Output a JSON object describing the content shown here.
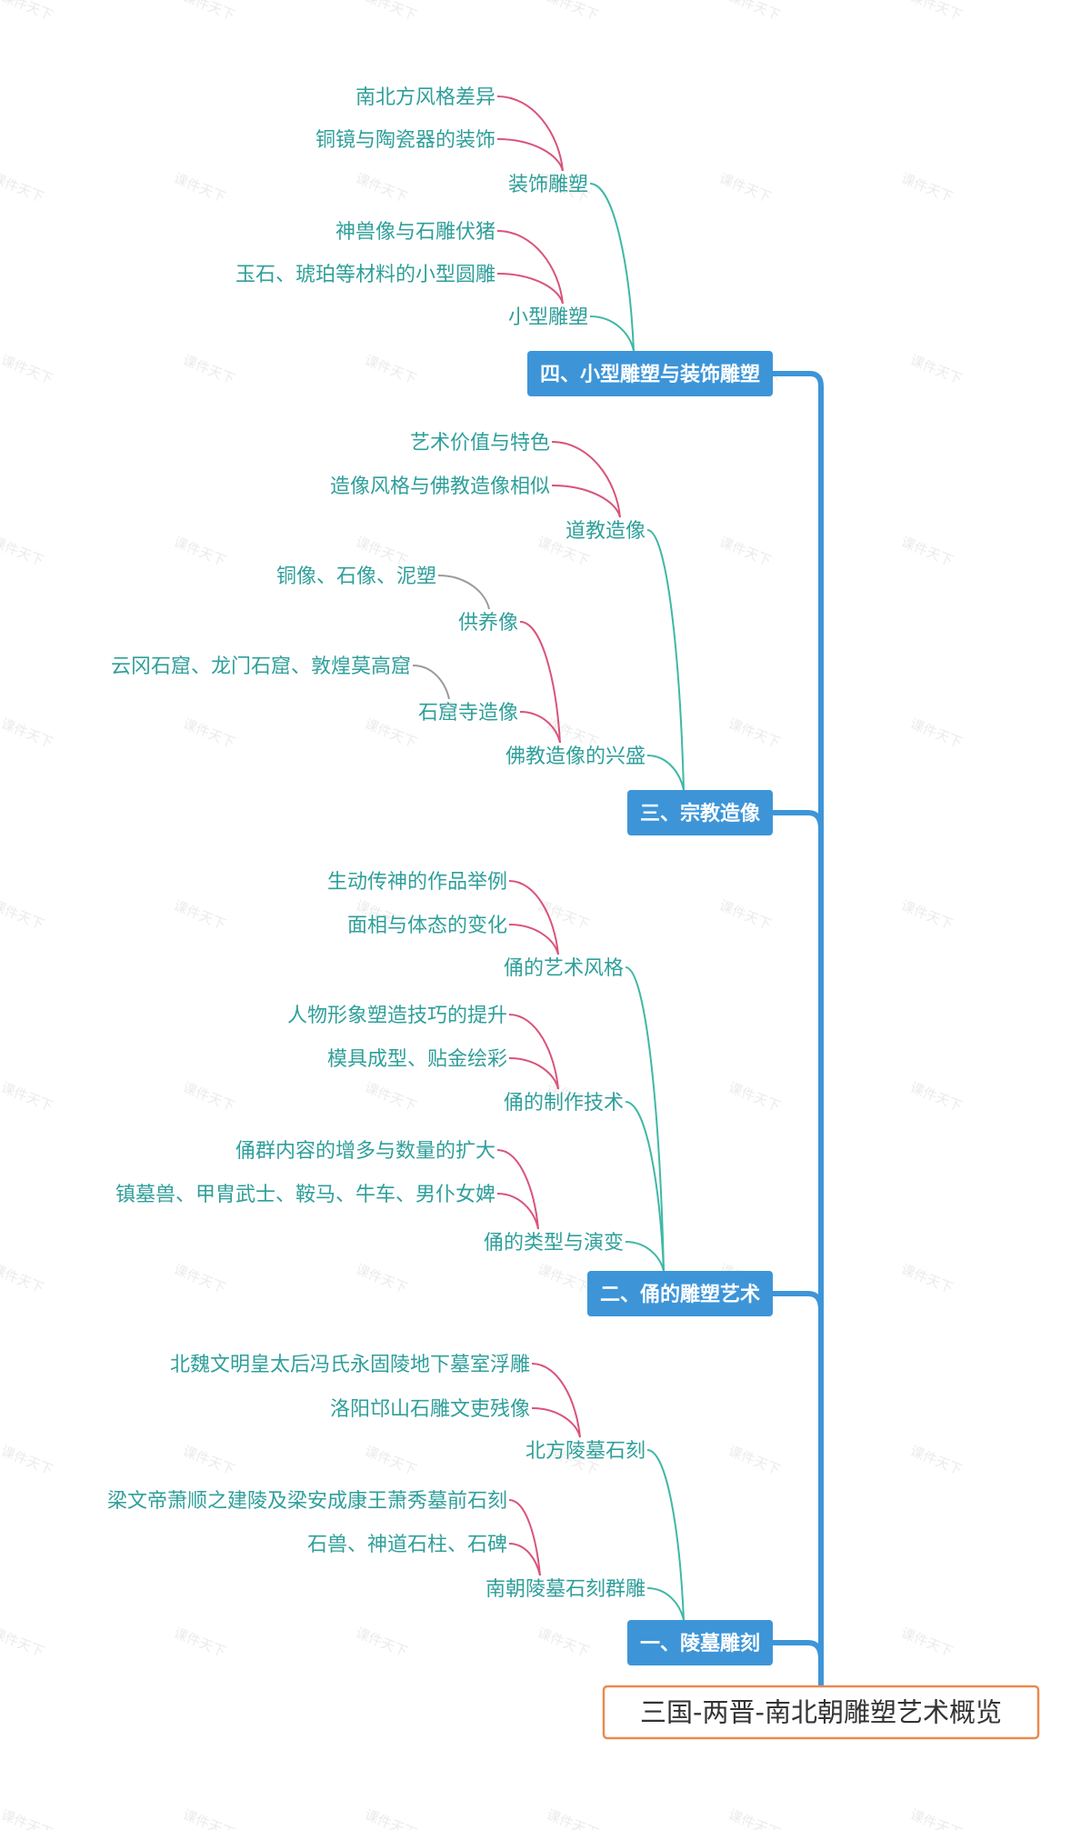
{
  "root": {
    "label": "三国-两晋-南北朝雕塑艺术概览"
  },
  "branches": [
    {
      "label": "四、小型雕塑与装饰雕塑",
      "children": [
        {
          "label": "装饰雕塑",
          "children": [
            {
              "label": "南北方风格差异"
            },
            {
              "label": "铜镜与陶瓷器的装饰"
            }
          ]
        },
        {
          "label": "小型雕塑",
          "children": [
            {
              "label": "神兽像与石雕伏猪"
            },
            {
              "label": "玉石、琥珀等材料的小型圆雕"
            }
          ]
        }
      ]
    },
    {
      "label": "三、宗教造像",
      "children": [
        {
          "label": "道教造像",
          "children": [
            {
              "label": "艺术价值与特色"
            },
            {
              "label": "造像风格与佛教造像相似"
            }
          ]
        },
        {
          "label": "佛教造像的兴盛",
          "children": [
            {
              "label": "供养像",
              "children": [
                {
                  "label": "铜像、石像、泥塑"
                }
              ]
            },
            {
              "label": "石窟寺造像",
              "children": [
                {
                  "label": "云冈石窟、龙门石窟、敦煌莫高窟"
                }
              ]
            }
          ]
        }
      ]
    },
    {
      "label": "二、俑的雕塑艺术",
      "children": [
        {
          "label": "俑的艺术风格",
          "children": [
            {
              "label": "生动传神的作品举例"
            },
            {
              "label": "面相与体态的变化"
            }
          ]
        },
        {
          "label": "俑的制作技术",
          "children": [
            {
              "label": "人物形象塑造技巧的提升"
            },
            {
              "label": "模具成型、贴金绘彩"
            }
          ]
        },
        {
          "label": "俑的类型与演变",
          "children": [
            {
              "label": "俑群内容的增多与数量的扩大"
            },
            {
              "label": "镇墓兽、甲胄武士、鞍马、牛车、男仆女婢"
            }
          ]
        }
      ]
    },
    {
      "label": "一、陵墓雕刻",
      "children": [
        {
          "label": "北方陵墓石刻",
          "children": [
            {
              "label": "北魏文明皇太后冯氏永固陵地下墓室浮雕"
            },
            {
              "label": "洛阳邙山石雕文吏残像"
            }
          ]
        },
        {
          "label": "南朝陵墓石刻群雕",
          "children": [
            {
              "label": "梁文帝萧顺之建陵及梁安成康王萧秀墓前石刻"
            },
            {
              "label": "石兽、神道石柱、石碑"
            }
          ]
        }
      ]
    }
  ],
  "watermark": {
    "text": "课件天下"
  },
  "colors": {
    "trunk": "#3d95d8",
    "branch_box": "#3d95d8",
    "branch_text": "#ffffff",
    "node_text": "#2f9f9a",
    "link_level2": "#3fb8a5",
    "link_level3": "#d9547a",
    "link_level4": "#9a9a9a",
    "root_border": "#e98a4f",
    "root_text": "#333333",
    "watermark": "#dcdcdc"
  }
}
